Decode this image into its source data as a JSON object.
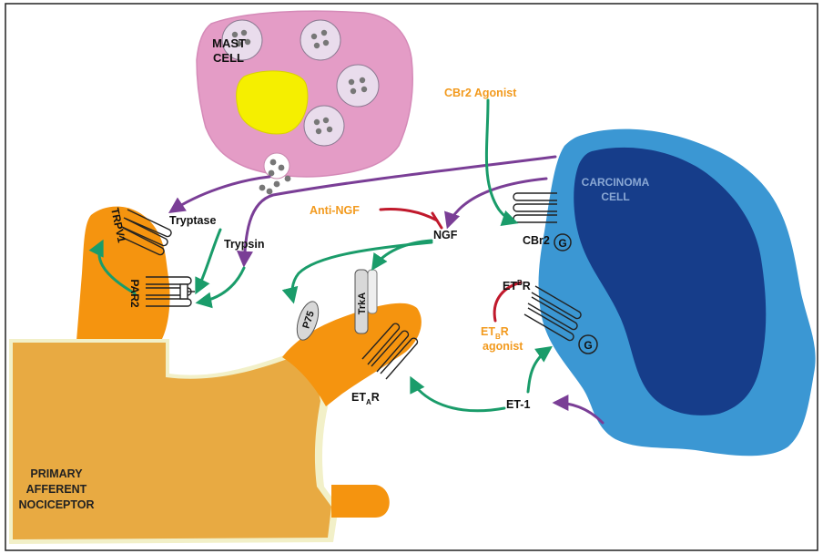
{
  "colors": {
    "mast_cell": "#e49cc6",
    "mast_nucleus": "#f5ef00",
    "granule": "#e9dcec",
    "carcinoma_outer": "#3b97d3",
    "carcinoma_inner": "#163d8a",
    "nociceptor": "#e8aa42",
    "nociceptor_terminal": "#f5940f",
    "outline": "#f2f0c8",
    "arrow_green": "#1a9c6a",
    "arrow_purple": "#7a3e96",
    "inhibit_red": "#c0192c",
    "agent_orange": "#f29a1e"
  },
  "labels": {
    "mast_cell_line1": "MAST",
    "mast_cell_line2": "CELL",
    "carcinoma_line1": "CARCINOMA",
    "carcinoma_line2": "CELL",
    "nociceptor_line1": "PRIMARY",
    "nociceptor_line2": "AFFERENT",
    "nociceptor_line3": "NOCICEPTOR",
    "tryptase": "Tryptase",
    "trypsin": "Trypsin",
    "trpv1": "TRPV1",
    "par2": "PAR2",
    "anti_ngf": "Anti-NGF",
    "ngf": "NGF",
    "cbr2_agonist": "CBr2 Agonist",
    "cbr2": "CBr2",
    "g_protein": "G",
    "p75": "P75",
    "trka": "TrkA",
    "eta_r_main": "ET",
    "eta_r_sub": "A",
    "eta_r_end": "R",
    "etb_r_main": "ET",
    "etb_r_sub": "B",
    "etb_r_end": "R",
    "etb_agonist_main": "ET",
    "etb_agonist_sub": "B",
    "etb_agonist_end": "R",
    "etb_agonist_line2": "agonist",
    "et1": "ET-1"
  }
}
